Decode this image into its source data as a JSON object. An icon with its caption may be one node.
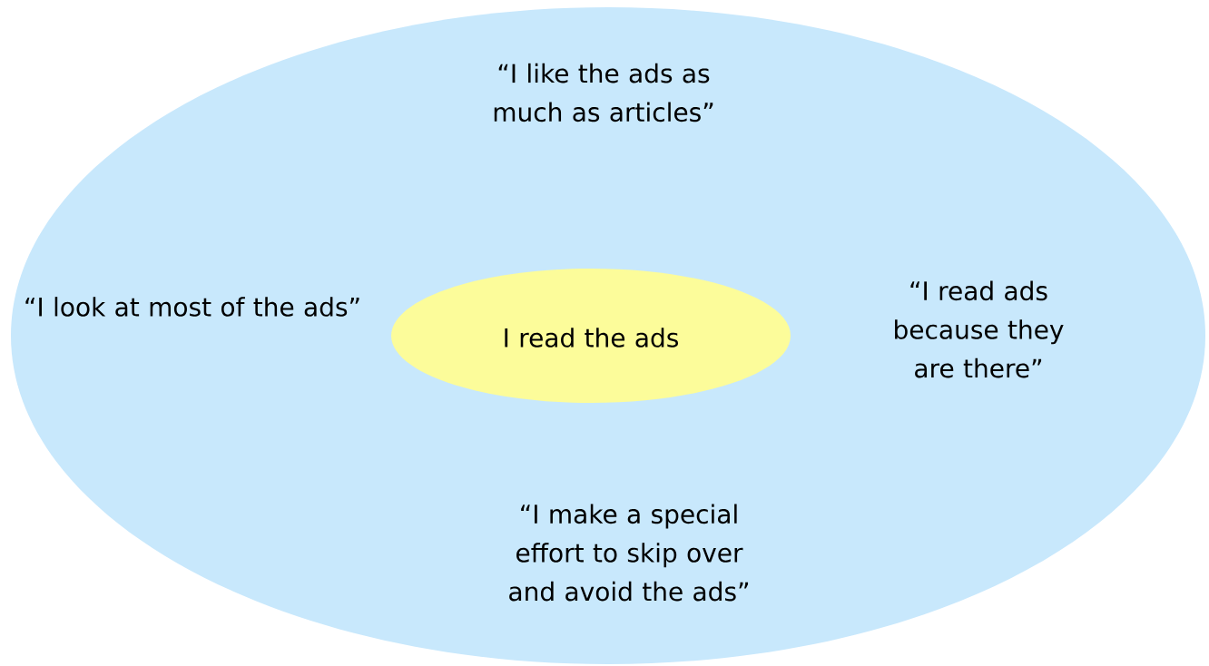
{
  "diagram": {
    "nodes": [
      {
        "text": [
          "“I like the ads as much as articles”",
          "“I look at most of the ads”",
          "“I read ads because they are there”",
          "“I make a special effort to skip over and avoid the ads”"
        ]
      },
      {
        "text": [
          "I read the ads"
        ],
        "in": 0
      }
    ]
  }
}
